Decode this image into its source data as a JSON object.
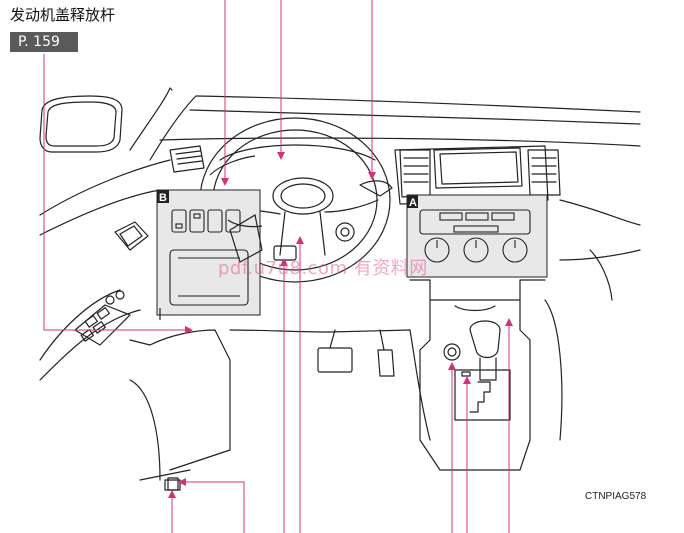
{
  "header": {
    "title": "发动机盖释放杆",
    "page_ref": "P. 159"
  },
  "labels": {
    "area_a": "A",
    "area_b": "B"
  },
  "footer": {
    "image_id": "CTNPIAG578"
  },
  "watermark": {
    "text": "pdf.u7u8.com 有资料网"
  },
  "colors": {
    "callout_line": "#d4317a",
    "drawing_line": "#222222",
    "inset_fill": "#e8e8e8",
    "tag_fill": "#5a5a5a"
  }
}
